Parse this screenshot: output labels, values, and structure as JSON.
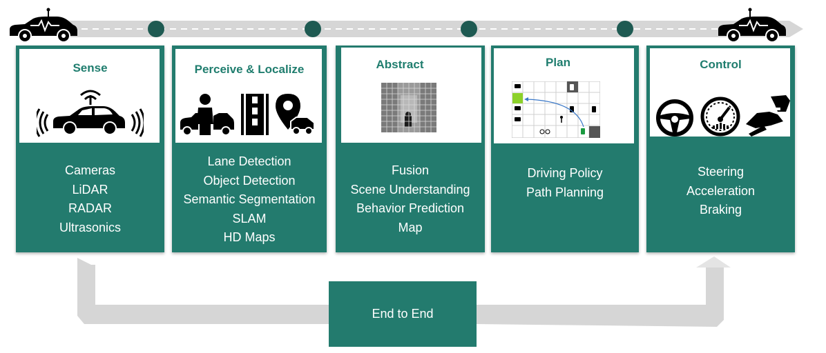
{
  "colors": {
    "panel": "#237b6e",
    "title": "#1f7d6e",
    "dot": "#1e5a52",
    "arrow": "#d6d6d6",
    "lane_highlight": "#8cd12a"
  },
  "stages": [
    {
      "title": "Sense",
      "items": [
        "Cameras",
        "LiDAR",
        "RADAR",
        "Ultrasonics"
      ],
      "icons": [
        "car-sensors-icon"
      ]
    },
    {
      "title": "Perceive & Localize",
      "items": [
        "Lane Detection",
        "Object Detection",
        "Semantic Segmentation",
        "SLAM",
        "HD Maps"
      ],
      "icons": [
        "pedestrian-car-icon",
        "road-lane-icon",
        "map-pin-car-icon"
      ]
    },
    {
      "title": "Abstract",
      "items": [
        "Fusion",
        "Scene Understanding",
        "Behavior Prediction",
        "Map"
      ],
      "icons": [
        "occupancy-grid-icon"
      ]
    },
    {
      "title": "Plan",
      "items": [
        "Driving Policy",
        "Path Planning"
      ],
      "icons": [
        "path-grid-icon"
      ]
    },
    {
      "title": "Control",
      "items": [
        "Steering",
        "Acceleration",
        "Braking"
      ],
      "icons": [
        "steering-wheel-icon",
        "speedometer-icon",
        "brake-pedal-icon"
      ]
    }
  ],
  "end_to_end": {
    "label": "End to End"
  },
  "timeline": {
    "icons": [
      "autonomous-car-icon",
      "autonomous-car-icon"
    ],
    "dot_count": 4
  }
}
